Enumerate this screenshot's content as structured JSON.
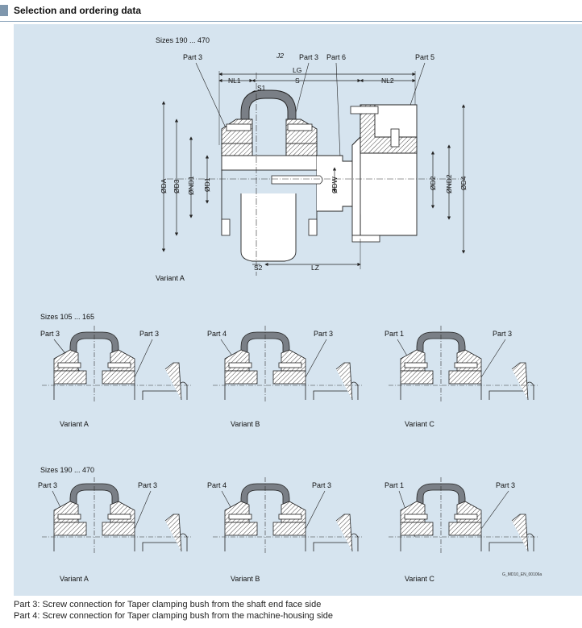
{
  "header": {
    "title": "Selection and ordering data"
  },
  "main_figure": {
    "sizes_label": "Sizes 190 ... 470",
    "variant_label": "Variant A",
    "labels": {
      "part3_left": "Part 3",
      "j2": "J2",
      "part3_mid": "Part 3",
      "part6": "Part 6",
      "part5": "Part 5",
      "lg": "LG",
      "nl1": "NL1",
      "s": "S",
      "nl2": "NL2",
      "s1": "S1",
      "s2": "S2",
      "lz": "LZ",
      "da": "ØDA",
      "d3": "ØD3",
      "nd1": "ØND1",
      "d1": "ØD1",
      "dw": "ØDW",
      "d2": "ØD2",
      "nd2": "ØND2",
      "d4": "ØD4"
    }
  },
  "row1": {
    "sizes_label": "Sizes 105 ... 165",
    "items": [
      {
        "left": "Part 3",
        "right": "Part 3",
        "variant": "Variant A"
      },
      {
        "left": "Part 4",
        "right": "Part 3",
        "variant": "Variant B"
      },
      {
        "left": "Part 1",
        "right": "Part 3",
        "variant": "Variant C"
      }
    ]
  },
  "row2": {
    "sizes_label": "Sizes 190 ... 470",
    "items": [
      {
        "left": "Part 3",
        "right": "Part 3",
        "variant": "Variant A"
      },
      {
        "left": "Part 4",
        "right": "Part 3",
        "variant": "Variant B"
      },
      {
        "left": "Part 1",
        "right": "Part 3",
        "variant": "Variant C"
      }
    ]
  },
  "figure_code": "G_MD10_EN_00106a",
  "footnotes": [
    "Part 3: Screw connection for Taper clamping bush from the shaft end face side",
    "Part 4: Screw connection for Taper clamping bush from the machine-housing side"
  ]
}
